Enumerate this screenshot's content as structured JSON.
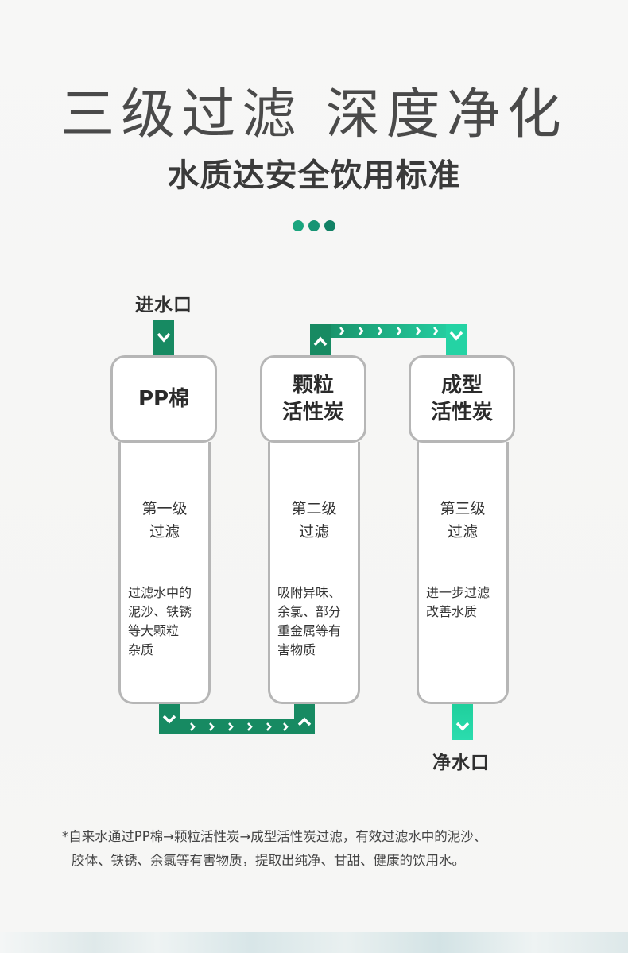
{
  "header": {
    "title": "三级过滤 深度净化",
    "subtitle": "水质达安全饮用标准",
    "dot_colors": [
      "#1aa57e",
      "#169474",
      "#118165"
    ]
  },
  "colors": {
    "accent_dark": "#178a62",
    "accent_light": "#24d3a4",
    "tube_border": "#b6b6b6"
  },
  "ports": {
    "inlet": "进水口",
    "outlet": "净水口"
  },
  "filters": [
    {
      "name_line1": "PP棉",
      "name_line2": "",
      "stage_line1": "第一级",
      "stage_line2": "过滤",
      "desc": [
        "过滤水中的",
        "泥沙、铁锈",
        "等大颗粒",
        "杂质"
      ]
    },
    {
      "name_line1": "颗粒",
      "name_line2": "活性炭",
      "stage_line1": "第二级",
      "stage_line2": "过滤",
      "desc": [
        "吸附异味、",
        "余氯、部分",
        "重金属等有",
        "害物质"
      ]
    },
    {
      "name_line1": "成型",
      "name_line2": "活性炭",
      "stage_line1": "第三级",
      "stage_line2": "过滤",
      "desc": [
        "进一步过滤",
        "改善水质"
      ]
    }
  ],
  "footnote": {
    "line1": "*自来水通过PP棉→颗粒活性炭→成型活性炭过滤，有效过滤水中的泥沙、",
    "line2": "胶体、铁锈、余氯等有害物质，提取出纯净、甘甜、健康的饮用水。"
  }
}
